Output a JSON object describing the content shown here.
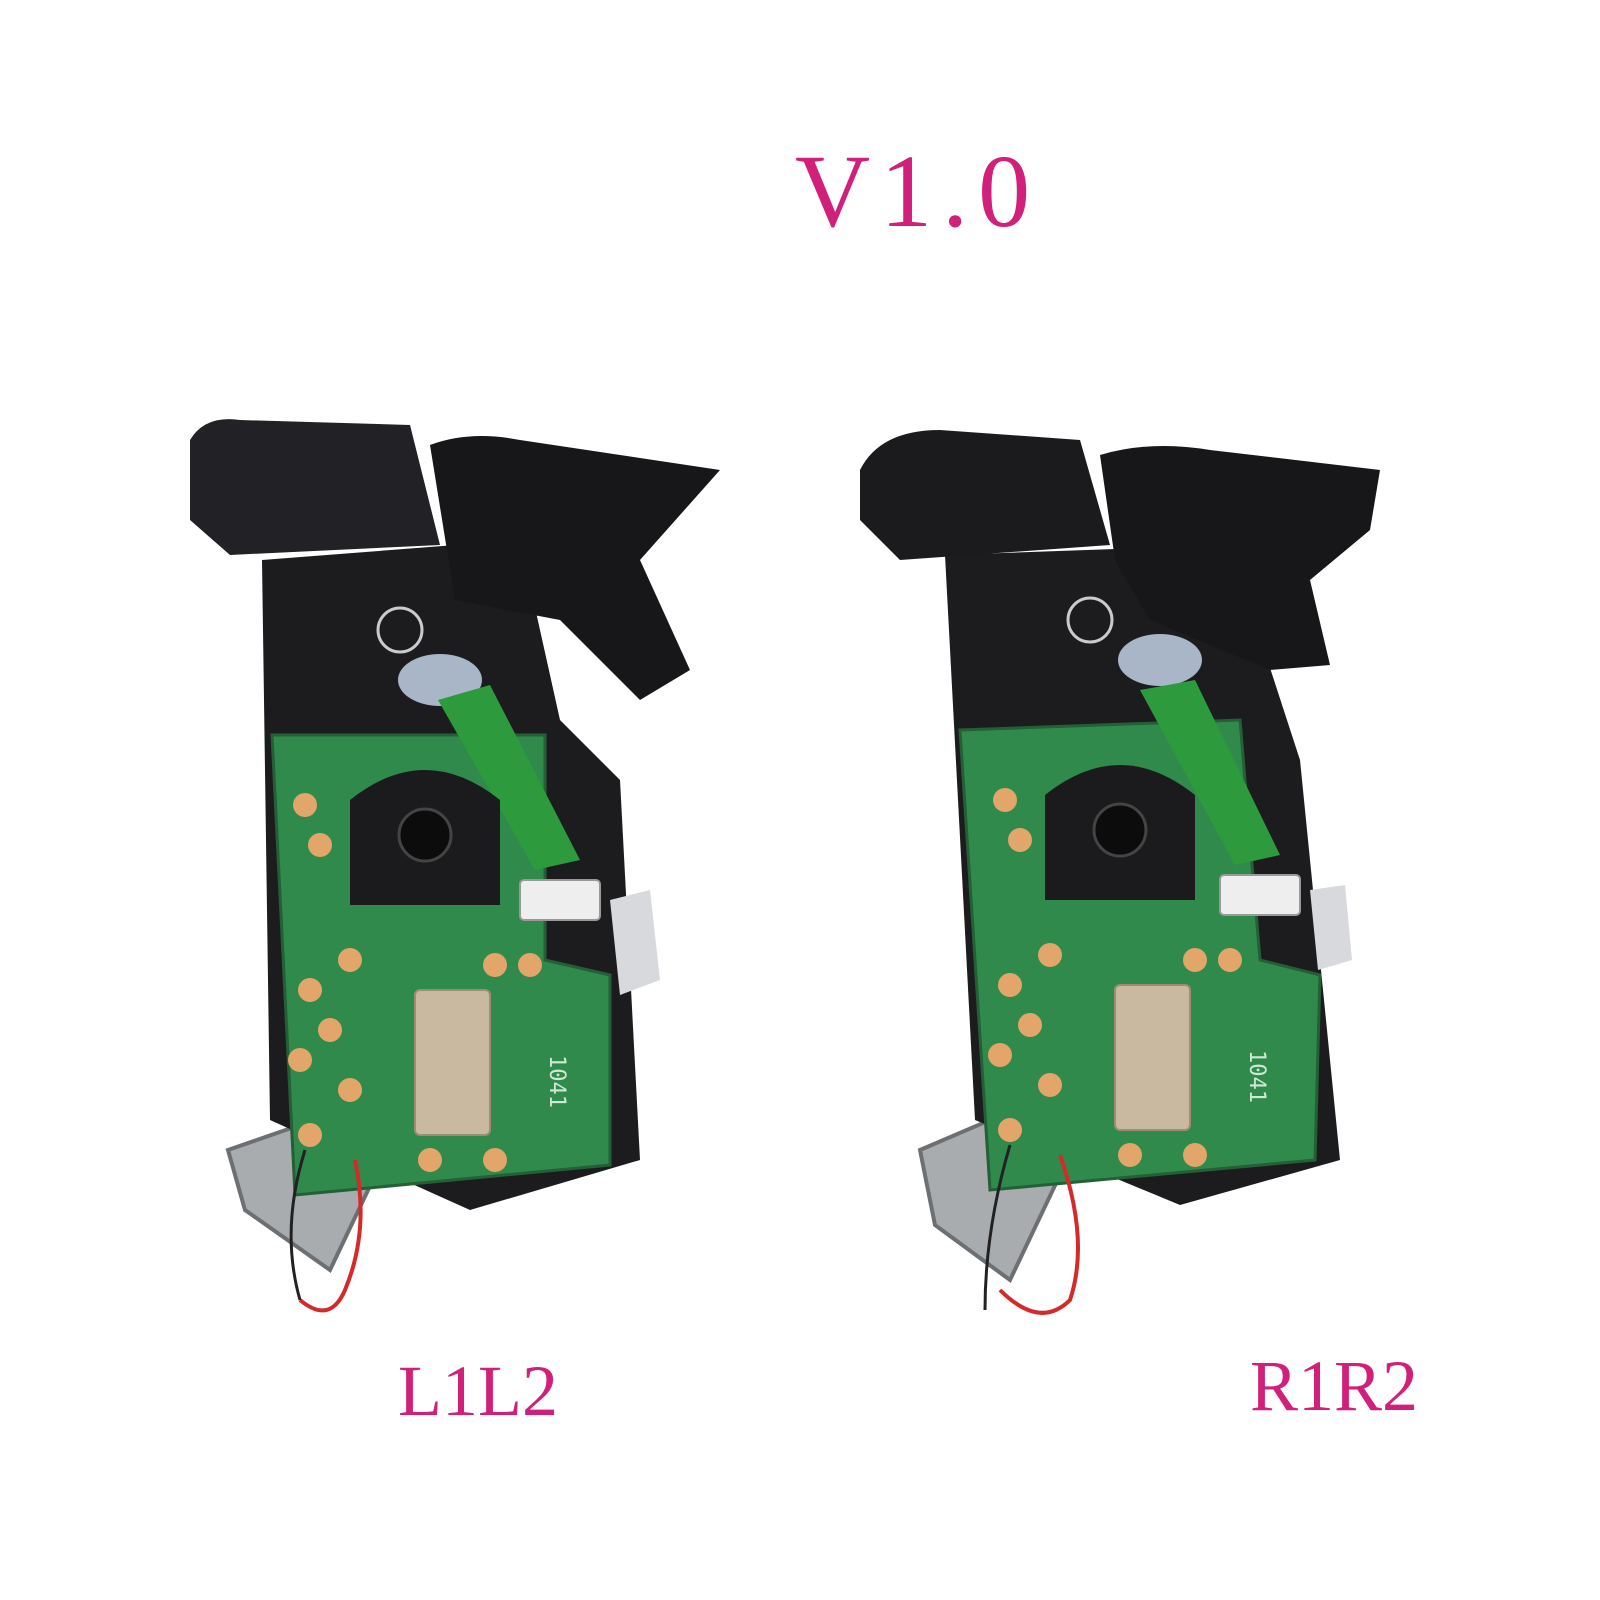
{
  "title": "V1.0",
  "left_label": "L1L2",
  "right_label": "R1R2",
  "board_marking": "1041",
  "colors": {
    "label": "#d0207a",
    "plastic": "#1c1c1e",
    "pcb": "#2f8a4b",
    "pad": "#e2a56a",
    "flex": "#2e9a3e",
    "motor": "#a9acaf",
    "wire_red": "#d42a2a"
  }
}
